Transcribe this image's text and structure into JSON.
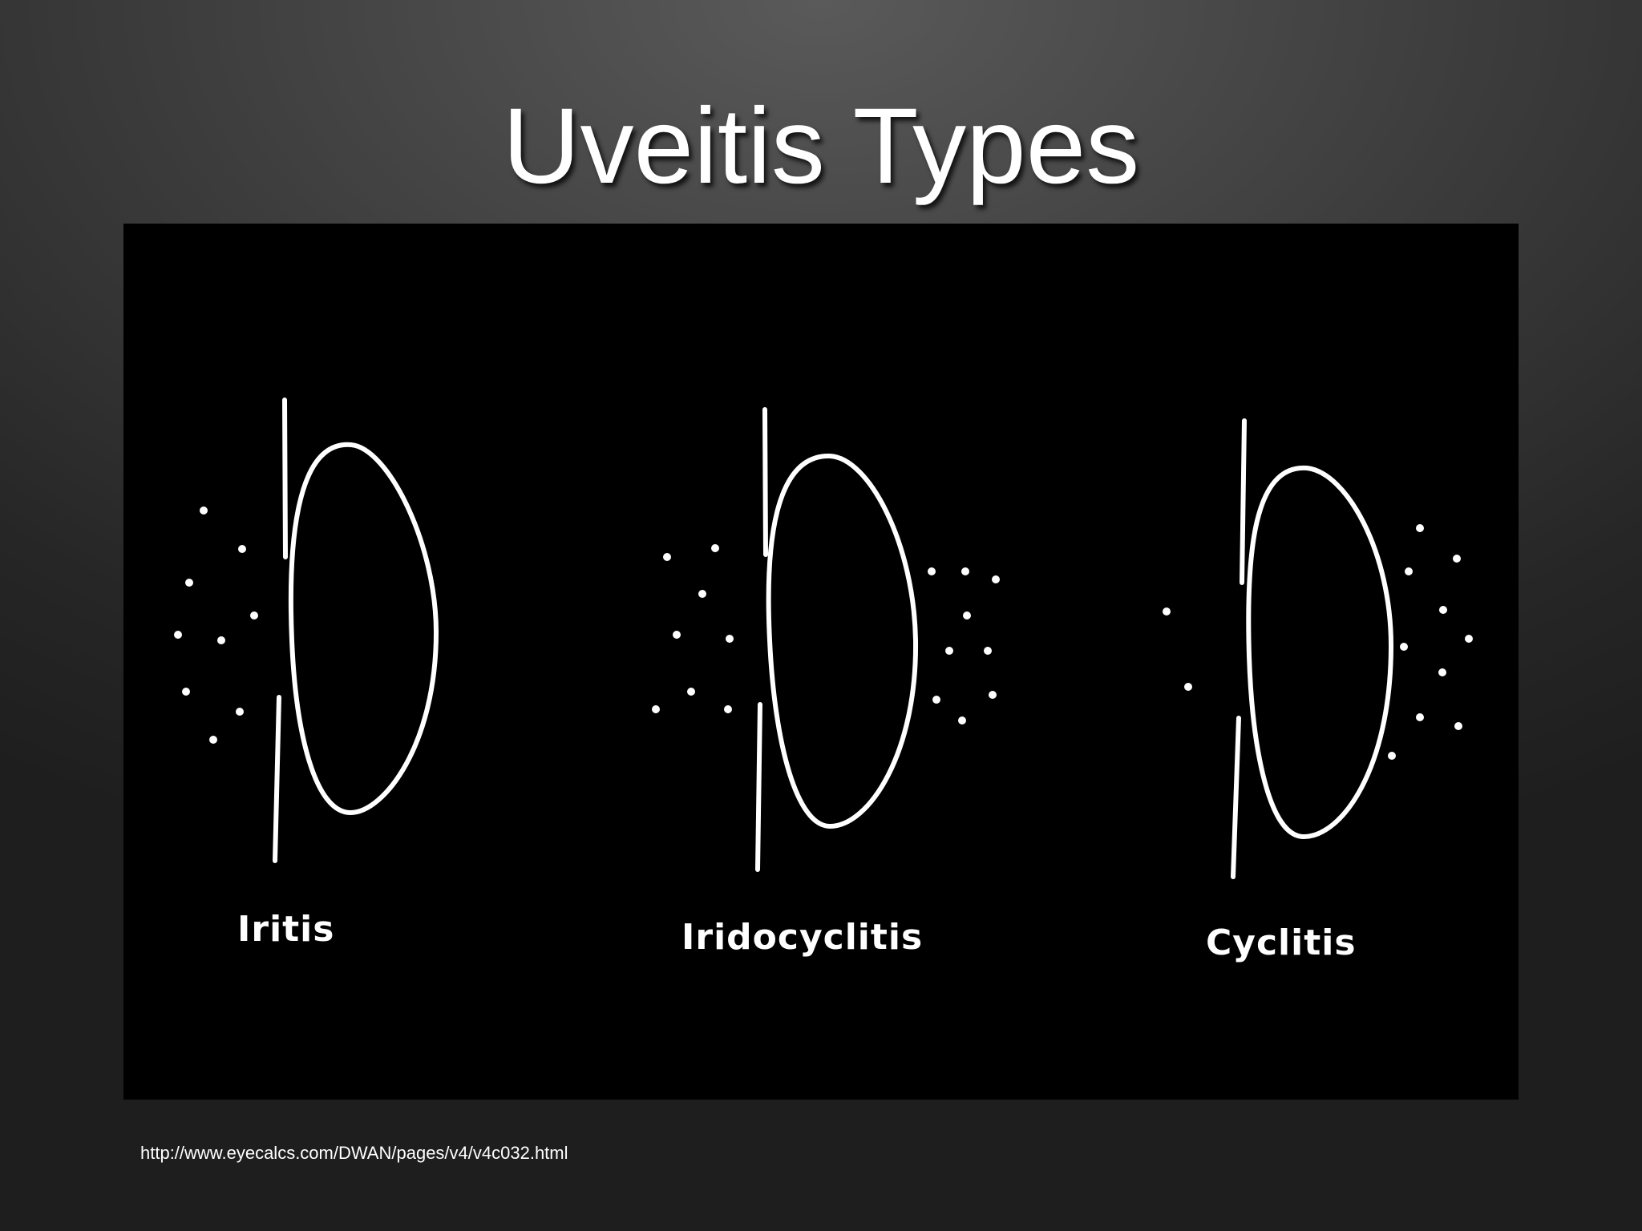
{
  "slide": {
    "title": "Uveitis Types"
  },
  "figure": {
    "labels": [
      "Iritis",
      "Iridocyclitis",
      "Cyclitis"
    ]
  },
  "footer": {
    "source_url": "http://www.eyecalcs.com/DWAN/pages/v4/v4c032.html"
  },
  "colors": {
    "line": "#ffffff",
    "panel": "#000000",
    "title": "#ffffff"
  }
}
